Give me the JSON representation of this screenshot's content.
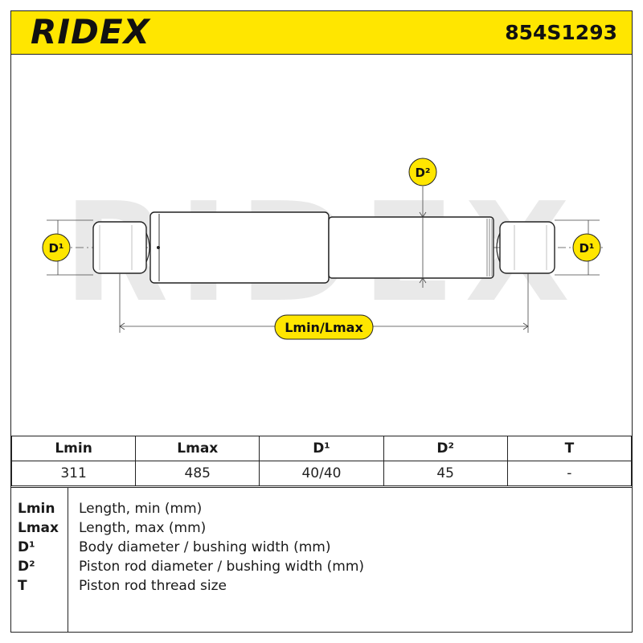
{
  "header": {
    "brand": "RIDEX",
    "part_number": "854S1293"
  },
  "drawing": {
    "watermark": "RIDEX",
    "label_d1_left": "D¹",
    "label_d1_right": "D¹",
    "label_d2": "D²",
    "label_length": "Lmin/Lmax"
  },
  "specs": {
    "columns": [
      "Lmin",
      "Lmax",
      "D¹",
      "D²",
      "T"
    ],
    "values": [
      "311",
      "485",
      "40/40",
      "45",
      "-"
    ]
  },
  "legend": {
    "items": [
      {
        "key": "Lmin",
        "desc": "Length, min (mm)"
      },
      {
        "key": "Lmax",
        "desc": "Length, max (mm)"
      },
      {
        "key": "D¹",
        "desc": "Body diameter / bushing width (mm)"
      },
      {
        "key": "D²",
        "desc": "Piston rod diameter / bushing width (mm)"
      },
      {
        "key": "T",
        "desc": "Piston rod thread size"
      }
    ]
  },
  "colors": {
    "accent": "#ffe600",
    "line": "#222222",
    "watermark": "#e6e6e6"
  }
}
